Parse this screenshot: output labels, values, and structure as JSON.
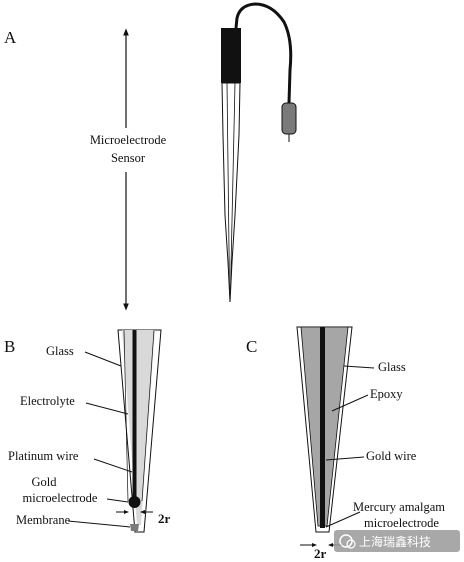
{
  "panels": {
    "a": {
      "letter": "A",
      "sensor_label_line1": "Microelectrode",
      "sensor_label_line2": "Sensor"
    },
    "b": {
      "letter": "B",
      "glass": "Glass",
      "electrolyte": "Electrolyte",
      "platinum_wire": "Platinum wire",
      "gold_line1": "Gold",
      "gold_line2": "microelectrode",
      "membrane": "Membrane",
      "radius": "2r"
    },
    "c": {
      "letter": "C",
      "glass": "Glass",
      "epoxy": "Epoxy",
      "gold_wire": "Gold wire",
      "mercury_line1": "Mercury amalgam",
      "mercury_line2": "microelectrode",
      "radius": "2r"
    }
  },
  "watermark": {
    "text": "上海瑞鑫科技"
  },
  "colors": {
    "ink": "#111111",
    "electrolyte_fill": "#d9d9d9",
    "epoxy_fill": "#a6a6a6",
    "connector_fill": "#7a7a7a"
  }
}
